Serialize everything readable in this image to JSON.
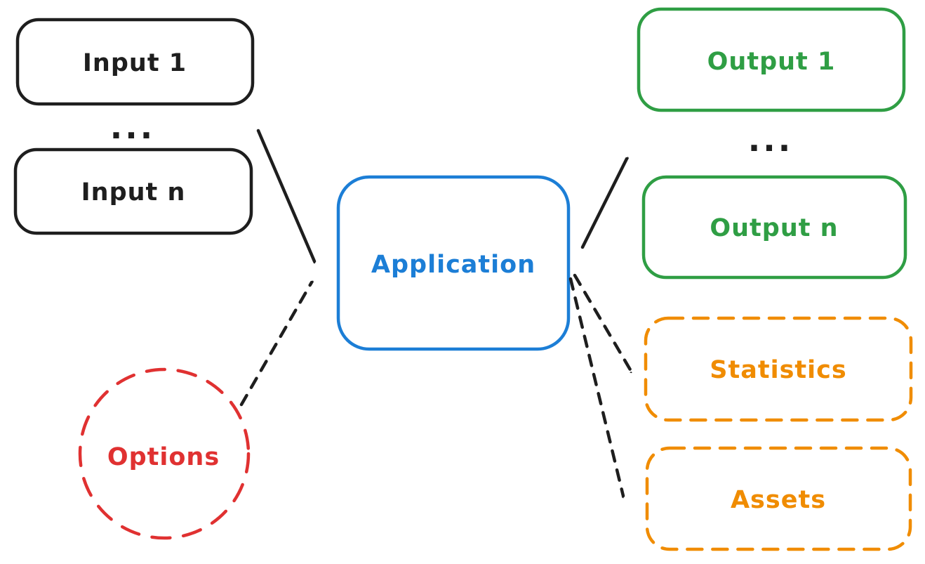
{
  "colors": {
    "ink": "#1e1e1e",
    "blue": "#1c7ed6",
    "green": "#2f9e44",
    "orange": "#f08c00",
    "red": "#e03131"
  },
  "nodes": {
    "input1": {
      "label": "Input 1"
    },
    "inputN": {
      "label": "Input n"
    },
    "application": {
      "label": "Application"
    },
    "output1": {
      "label": "Output 1"
    },
    "outputN": {
      "label": "Output n"
    },
    "statistics": {
      "label": "Statistics"
    },
    "assets": {
      "label": "Assets"
    },
    "options": {
      "label": "Options"
    }
  },
  "ellipsis": {
    "inputs": "...",
    "outputs": "..."
  }
}
